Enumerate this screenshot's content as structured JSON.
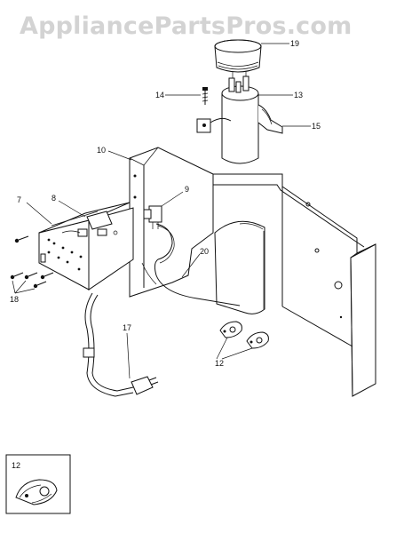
{
  "watermark": "AppliancePartsPros.com",
  "callouts": {
    "c19": "19",
    "c14": "14",
    "c13": "13",
    "c15": "15",
    "c10": "10",
    "c9": "9",
    "c7": "7",
    "c8": "8",
    "c20": "20",
    "c18": "18",
    "c17": "17",
    "c12": "12",
    "inset12": "12"
  }
}
